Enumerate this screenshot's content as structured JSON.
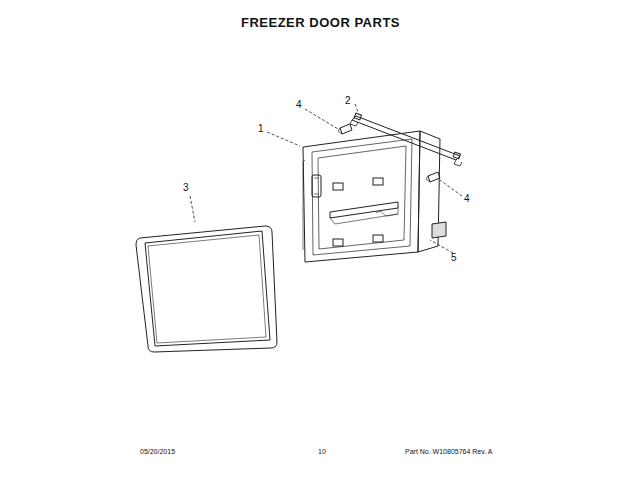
{
  "diagram": {
    "title": "FREEZER DOOR PARTS",
    "labels": [
      "4",
      "2",
      "1",
      "3",
      "4",
      "5",
      "05/20/2015",
      "10",
      "Part No. W10805764 Rev. A"
    ]
  }
}
